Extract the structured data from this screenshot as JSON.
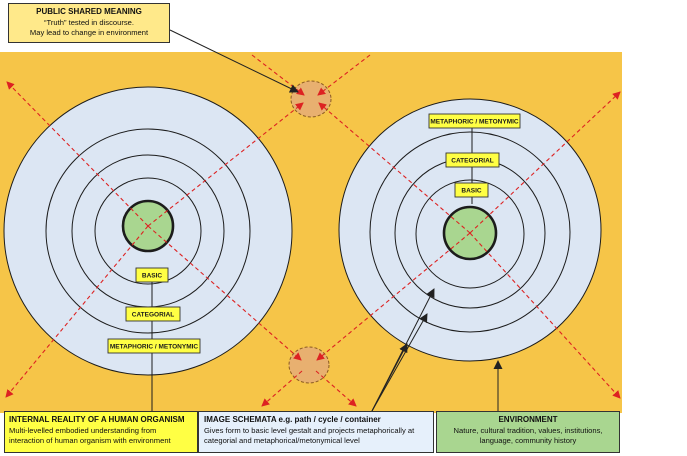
{
  "callouts": {
    "public": {
      "heading": "PUBLIC SHARED MEANING",
      "line1": "“Truth” tested in discourse.",
      "line2": "May lead to change in environment"
    },
    "internal": {
      "heading": "INTERNAL REALITY OF A HUMAN ORGANISM",
      "line1": "Multi-levelled embodied understanding from",
      "line2": "interaction of human organism with environment"
    },
    "schemata": {
      "heading": "IMAGE SCHEMATA e.g. path / cycle / container",
      "line1": "Gives form to basic level gestalt and projects metaphorically at",
      "line2": "categorial and metaphorical/metonymical level"
    },
    "environment": {
      "heading": "ENVIRONMENT",
      "line1": "Nature, cultural tradition, values, institutions,",
      "line2": "language, community history"
    }
  },
  "levels": {
    "left": {
      "basic": "BASIC",
      "categorial": "CATEGORIAL",
      "metaphoric": "METAPHORIC / METONYMIC"
    },
    "right": {
      "metaphoric": "METAPHORIC / METONYMIC",
      "categorial": "CATEGORIAL",
      "basic": "BASIC"
    }
  },
  "colors": {
    "background": "#f6c548",
    "rings": "#dce6f3",
    "core": "#a9d690",
    "label_box": "#ffff44",
    "arrows": "#dd2222",
    "meeting_zone": "#e8b070"
  }
}
